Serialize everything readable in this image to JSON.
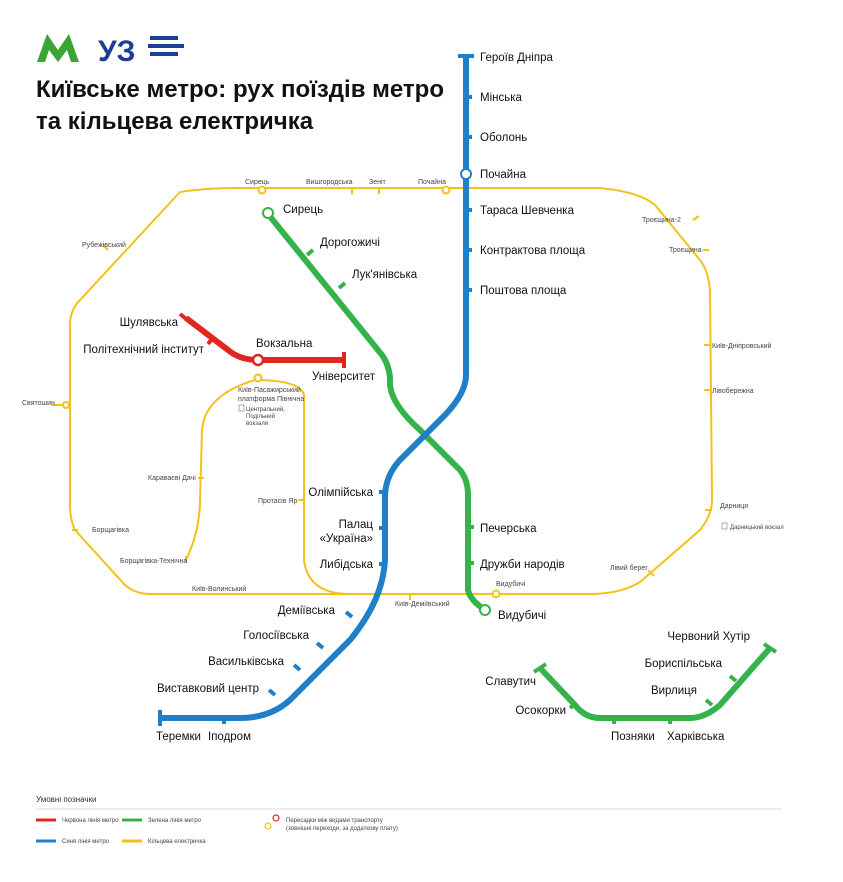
{
  "title_line1": "Київське метро: рух поїздів метро",
  "title_line2": "та кільцева електричка",
  "logos": {
    "metro": "М",
    "uz": "УЗ"
  },
  "colors": {
    "red": "#e0261f",
    "green": "#36b24a",
    "blue": "#1f7fc8",
    "yellow": "#f2c21b",
    "metro_logo": "#3aa535",
    "uz_logo": "#1c3f95"
  },
  "red_line": {
    "stations": [
      "Шулявська",
      "Політехнічний інститут",
      "Вокзальна",
      "Університет"
    ]
  },
  "green_line": {
    "stations": [
      "Сирець",
      "Дорогожичі",
      "Лук'янівська",
      "Печерська",
      "Дружби народів",
      "Видубичі"
    ]
  },
  "blue_line": {
    "stations": [
      "Героїв Дніпра",
      "Мінська",
      "Оболонь",
      "Почайна",
      "Тараса Шевченка",
      "Контрактова площа",
      "Поштова площа",
      "Олімпійська",
      "Палац",
      "«Україна»",
      "Либідська",
      "Деміївська",
      "Голосіївська",
      "Васильківська",
      "Виставковий центр",
      "Іподром",
      "Теремки"
    ]
  },
  "green_line_left_bank": {
    "stations": [
      "Славутич",
      "Осокорки",
      "Позняки",
      "Харківська",
      "Вирлиця",
      "Бориспільська",
      "Червоний Хутір"
    ]
  },
  "ring": {
    "stations": [
      "Сирець",
      "Вишгородська",
      "Зеніт",
      "Почайна",
      "Троєщина-2",
      "Троєщина",
      "Київ-Дніпровський",
      "Лівобережна",
      "Дарниця",
      "Лівий берег",
      "Видубичі",
      "Київ-Деміївський",
      "Київ-Волинський",
      "Борщагівка-Технічна",
      "Борщагівка",
      "Караваєві Дачі",
      "Святошин",
      "Рубежівський",
      "Протасів Яр",
      "Київ-Пасажирський",
      "платформа Північна"
    ],
    "notes": {
      "kyiv_pass_1": "Центральний,",
      "kyiv_pass_2": "Подільний",
      "kyiv_pass_3": "вокзали",
      "darnytsia": "Дарницький вокзал"
    }
  },
  "legend": {
    "title": "Умовні позначки",
    "items": [
      "Червона лінія метро",
      "Зелена лінія метро",
      "Синя лінія метро",
      "Кільцева електричка"
    ],
    "transfer_1": "Пересадки між видами транспорту",
    "transfer_2": "(зовнішні переходи, за додаткову плату)"
  }
}
